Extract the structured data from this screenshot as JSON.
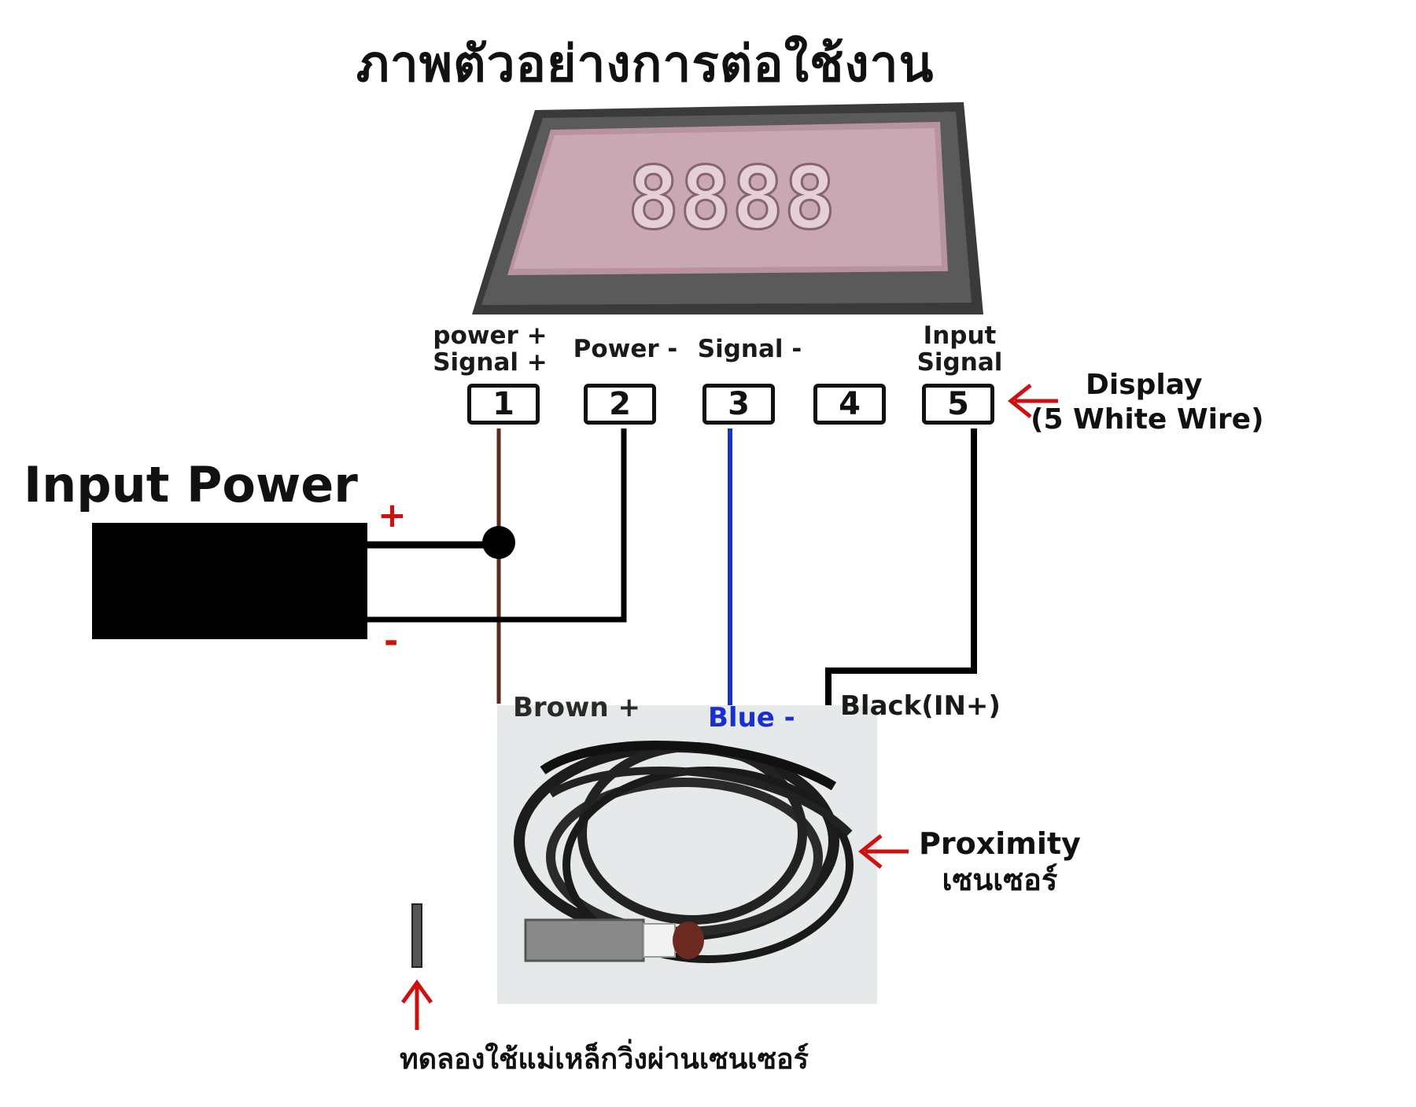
{
  "title": "ภาพตัวอย่างการต่อใช้งาน",
  "display_reading": "8888",
  "pins": [
    {
      "number": "1",
      "label_line1": "power +",
      "label_line2": "Signal +"
    },
    {
      "number": "2",
      "label_line1": "Power -",
      "label_line2": ""
    },
    {
      "number": "3",
      "label_line1": "Signal -",
      "label_line2": ""
    },
    {
      "number": "4",
      "label_line1": "",
      "label_line2": ""
    },
    {
      "number": "5",
      "label_line1": "Input",
      "label_line2": "Signal"
    }
  ],
  "display_note": {
    "line1": "Display",
    "line2": "(5 White Wire)"
  },
  "input_power": {
    "label": "Input Power",
    "plus": "+",
    "minus": "-"
  },
  "wires": {
    "brown": {
      "label": "Brown +",
      "color": "#5a2a1a"
    },
    "blue": {
      "label": "Blue -",
      "color": "#1a2fd0"
    },
    "black": {
      "label": "Black(IN+)",
      "color": "#111111"
    }
  },
  "proximity": {
    "line1": "Proximity",
    "line2": "เซนเซอร์"
  },
  "test_caption": "ทดลองใช้แม่เหล็กวิ่งผ่านเซนเซอร์",
  "colors": {
    "arrow": "#cc1111",
    "display_face": "#c9a8b4",
    "panel": "#3c3c3c"
  }
}
